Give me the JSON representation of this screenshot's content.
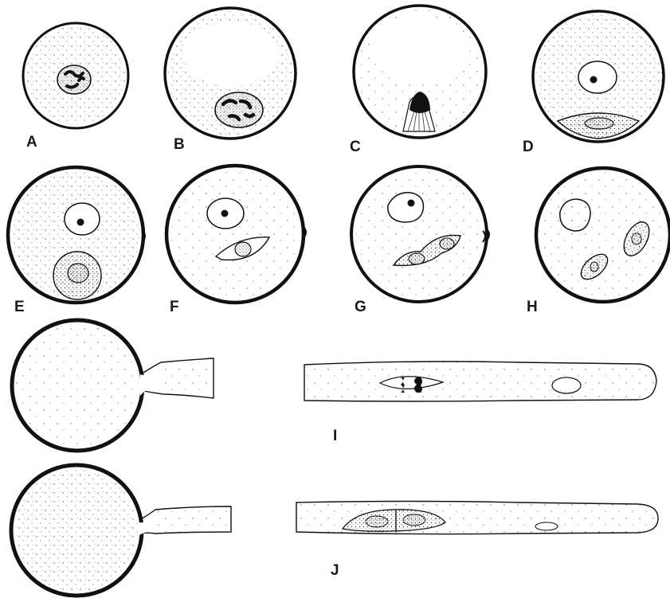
{
  "figure": {
    "colors": {
      "ink": "#1a1a1a",
      "wall": "#111111",
      "cytoplasm": "#ffffff",
      "stipple": "#555555"
    },
    "panels": {
      "A": {
        "label": "A"
      },
      "B": {
        "label": "B"
      },
      "C": {
        "label": "C"
      },
      "D": {
        "label": "D"
      },
      "E": {
        "label": "E"
      },
      "F": {
        "label": "F"
      },
      "G": {
        "label": "G"
      },
      "H": {
        "label": "H"
      },
      "I": {
        "label": "I"
      },
      "J": {
        "label": "J"
      }
    }
  }
}
